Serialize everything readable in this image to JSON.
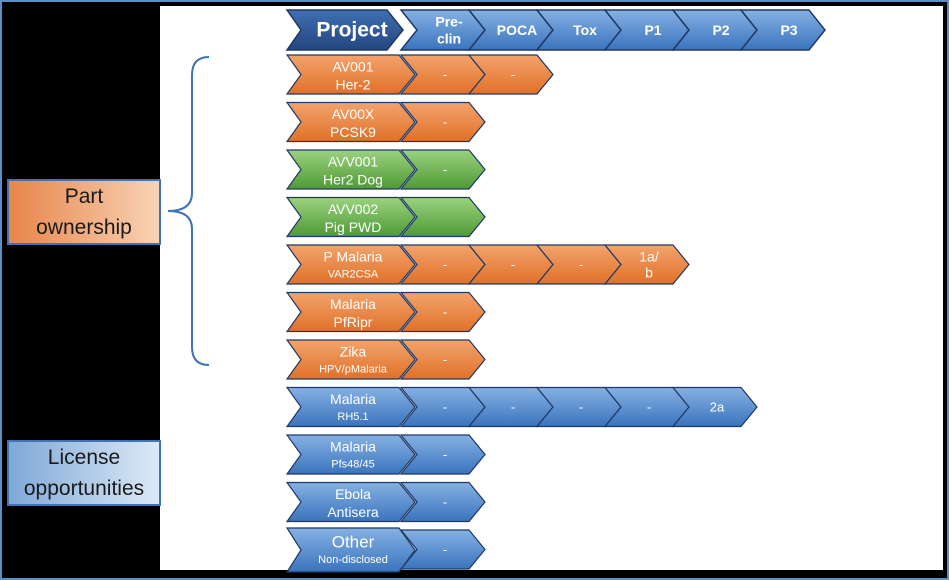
{
  "colors": {
    "orange": "#e37a34",
    "orange_light": "#f3a36d",
    "green": "#5aa540",
    "green_light": "#9bd27f",
    "blue": "#3f7ac2",
    "blue_light": "#86b1e3",
    "border_dark": "#1f3864",
    "brace": "#3f73b5"
  },
  "header": {
    "project_label": "Project",
    "stages": [
      "Pre-\nclin",
      "POCA",
      "Tox",
      "P1",
      "P2",
      "P3"
    ]
  },
  "groups": {
    "part_ownership": "Part\nownership",
    "license_opportunities": "License\nopportunities"
  },
  "projects": [
    {
      "title": "AV001",
      "subtitle": "Her-2",
      "color": "orange",
      "stages": [
        "-",
        "-"
      ]
    },
    {
      "title": "AV00X",
      "subtitle": "PCSK9",
      "color": "orange",
      "stages": [
        "-"
      ]
    },
    {
      "title": "AVV001",
      "subtitle": "Her2 Dog",
      "color": "green",
      "stages": [
        "-"
      ]
    },
    {
      "title": "AVV002",
      "subtitle": "Pig PWD",
      "color": "green",
      "stages": [
        ""
      ]
    },
    {
      "title": "P Malaria",
      "subtitle": "VAR2CSA",
      "color": "orange",
      "small": true,
      "stages": [
        "-",
        "-",
        "-",
        "1a/\nb"
      ]
    },
    {
      "title": "Malaria",
      "subtitle": "PfRipr",
      "color": "orange",
      "stages": [
        "-"
      ]
    },
    {
      "title": "Zika",
      "subtitle": "HPV/pMalaria",
      "color": "orange",
      "small": true,
      "stages": [
        "-"
      ]
    },
    {
      "title": "Malaria",
      "subtitle": "RH5.1",
      "color": "blue",
      "small": true,
      "stages": [
        "-",
        "-",
        "-",
        "-",
        "2a"
      ]
    },
    {
      "title": "Malaria",
      "subtitle": "Pfs48/45",
      "color": "blue",
      "small": true,
      "stages": [
        "-"
      ]
    },
    {
      "title": "Ebola",
      "subtitle": "Antisera",
      "color": "blue",
      "stages": [
        "-"
      ]
    },
    {
      "title": "Other",
      "subtitle": "Non-disclosed",
      "color": "blue",
      "large": true,
      "small": true,
      "stages": [
        "-"
      ]
    }
  ]
}
